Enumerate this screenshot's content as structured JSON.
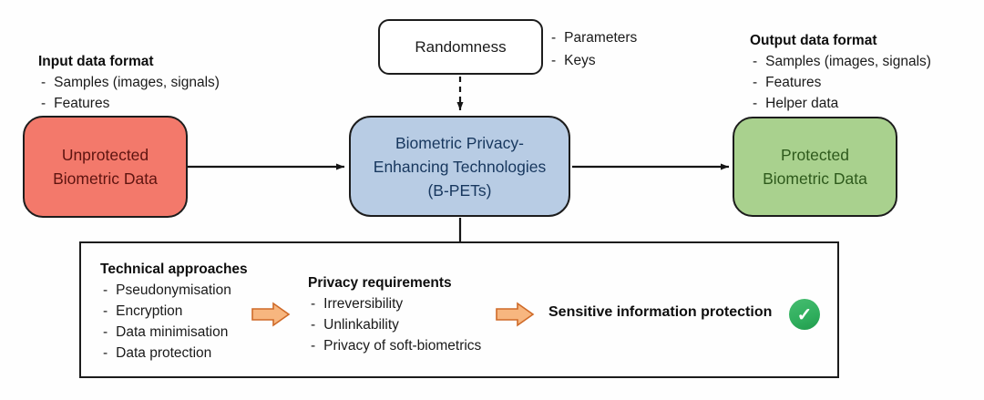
{
  "bullet": "-",
  "icons": {
    "check": "✓"
  },
  "colors_note": "accent colors live in CSS variables mirroring these values",
  "colors": {
    "unprotected_fill": "#f3796b",
    "unprotected_text": "#5e1410",
    "bpets_fill": "#b8cce4",
    "bpets_text": "#17375e",
    "protected_fill": "#a9d18e",
    "protected_text": "#2e5a1c",
    "arrow_fill": "#f7b67f",
    "arrow_stroke": "#cf6a28",
    "check_bg": "#2fae5d",
    "line": "#151515"
  },
  "input_block": {
    "title": "Input data format",
    "items": [
      "Samples (images, signals)",
      "Features"
    ]
  },
  "randomness_box": {
    "label": "Randomness"
  },
  "randomness_outputs": {
    "items": [
      "Parameters",
      "Keys"
    ]
  },
  "output_block": {
    "title": "Output data format",
    "items": [
      "Samples (images, signals)",
      "Features",
      "Helper data"
    ]
  },
  "unprotected_box": {
    "label": "Unprotected\nBiometric Data"
  },
  "bpets_box": {
    "label": "Biometric Privacy-\nEnhancing Technologies\n(B-PETs)"
  },
  "protected_box": {
    "label": "Protected\nBiometric Data"
  },
  "bottom_panel": {
    "technical": {
      "title": "Technical approaches",
      "items": [
        "Pseudonymisation",
        "Encryption",
        "Data minimisation",
        "Data protection"
      ]
    },
    "privacy": {
      "title": "Privacy requirements",
      "items": [
        "Irreversibility",
        "Unlinkability",
        "Privacy of soft-biometrics"
      ]
    },
    "result_label": "Sensitive information protection"
  }
}
